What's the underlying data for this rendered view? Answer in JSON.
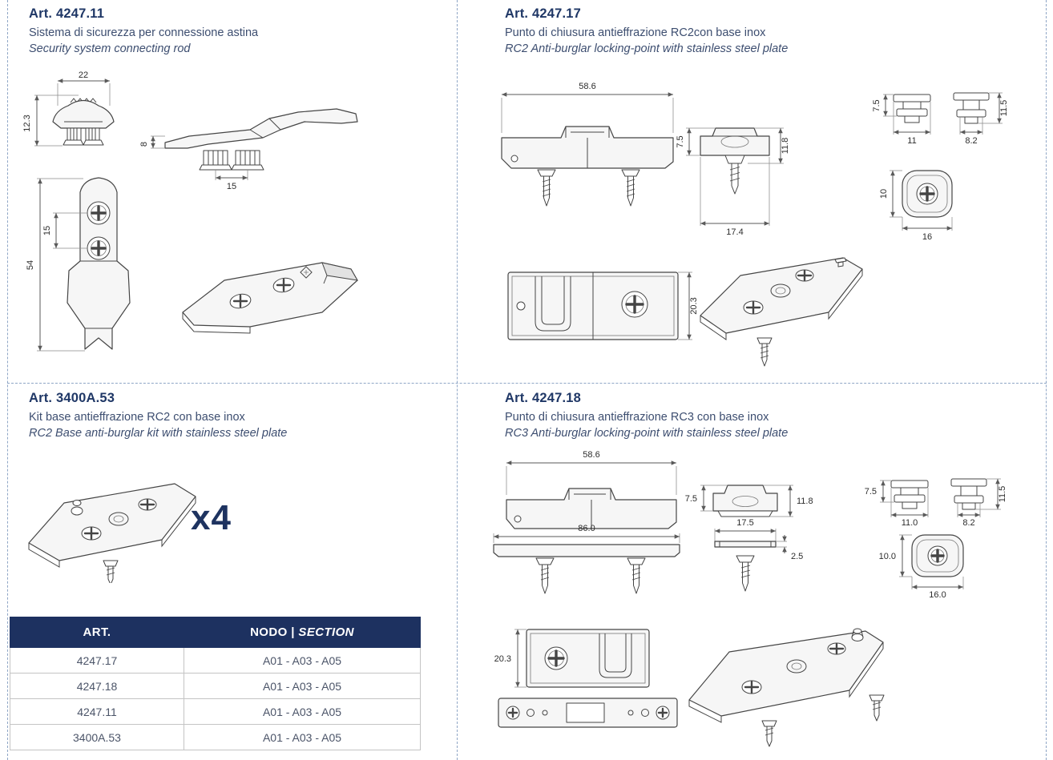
{
  "colors": {
    "accent_navy": "#1f3766",
    "subtitle_blue": "#3d4e70",
    "divider_blue": "#8fa6c6",
    "table_header_bg": "#1d3160"
  },
  "s1": {
    "art": "Art. 4247.11",
    "title_it": "Sistema di sicurezza per connessione astina",
    "title_en": "Security system connecting rod",
    "dims": {
      "d22": "22",
      "d12_3": "12.3",
      "d8": "8",
      "d15a": "15",
      "d15b": "15",
      "d54": "54"
    }
  },
  "s2": {
    "art": "Art. 4247.17",
    "title_it": "Punto di chiusura antieffrazione RC2con base inox",
    "title_en": "RC2 Anti-burglar locking-point with stainless steel plate",
    "dims": {
      "d58_6": "58.6",
      "d7_5a": "7.5",
      "d11_8": "11.8",
      "d17_4": "17.4",
      "d7_5b": "7.5",
      "d11": "11",
      "d11_5": "11.5",
      "d8_2": "8.2",
      "d10": "10",
      "d16": "16",
      "d20_3": "20.3"
    }
  },
  "s3": {
    "art": "Art. 3400A.53",
    "title_it": "Kit base antieffrazione RC2 con base inox",
    "title_en": "RC2 Base anti-burglar kit with stainless steel plate",
    "multiplier": "x4"
  },
  "s4": {
    "art": "Art. 4247.18",
    "title_it": "Punto di chiusura antieffrazione RC3 con base inox",
    "title_en": "RC3 Anti-burglar locking-point with stainless steel plate",
    "dims": {
      "d58_6": "58.6",
      "d86_0": "86.0",
      "d7_5a": "7.5",
      "d11_8": "11.8",
      "d17_5": "17.5",
      "d2_5": "2.5",
      "d7_5b": "7.5",
      "d11_0": "11.0",
      "d11_5": "11.5",
      "d8_2": "8.2",
      "d10_0": "10.0",
      "d16_0": "16.0",
      "d20_3": "20.3"
    }
  },
  "table": {
    "header_col1": "ART.",
    "header_col2_prefix": "NODO |",
    "header_col2_italic": "SECTION",
    "rows": [
      {
        "art": "4247.17",
        "nodo": "A01 - A03 - A05"
      },
      {
        "art": "4247.18",
        "nodo": "A01 - A03 - A05"
      },
      {
        "art": "4247.11",
        "nodo": "A01 - A03 - A05"
      },
      {
        "art": "3400A.53",
        "nodo": "A01 - A03 - A05"
      }
    ]
  }
}
